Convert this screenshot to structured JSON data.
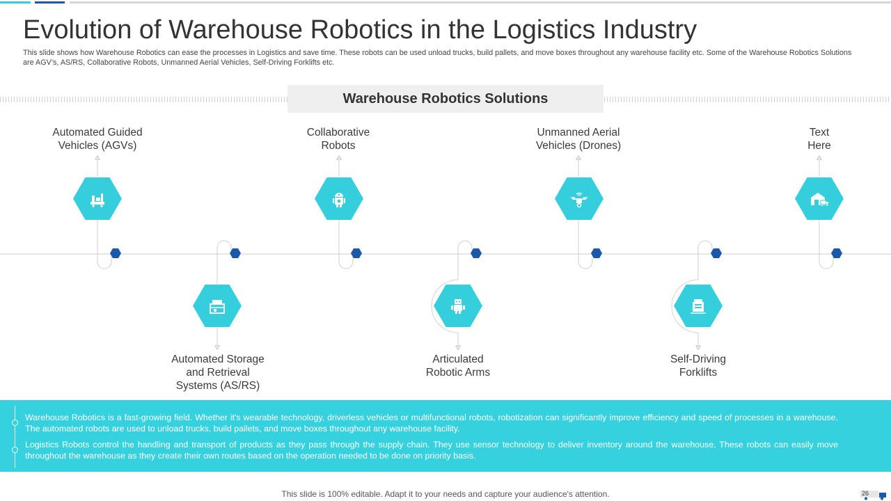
{
  "slide": {
    "title": "Evolution of Warehouse Robotics in the Logistics Industry",
    "description": "This slide shows how Warehouse Robotics can ease the processes in Logistics and save time. These robots can be used unload trucks, build pallets, and move boxes throughout any warehouse facility etc. Some of the Warehouse Robotics Solutions are AGV’s,  AS/RS,  Collaborative Robots, Unmanned Aerial Vehicles, Self-Driving Forklifts etc.",
    "section_header": "Warehouse Robotics Solutions"
  },
  "nodes": [
    {
      "label_line1": "Automated Guided",
      "label_line2": "Vehicles (AGVs)",
      "label_line3": "",
      "icon": "agv-icon"
    },
    {
      "label_line1": "Automated Storage",
      "label_line2": "and Retrieval",
      "label_line3": "Systems (AS/RS)",
      "icon": "storage-box-icon"
    },
    {
      "label_line1": "Collaborative",
      "label_line2": "Robots",
      "label_line3": "",
      "icon": "robot-icon"
    },
    {
      "label_line1": "Articulated",
      "label_line2": "Robotic Arms",
      "label_line3": "",
      "icon": "robot-arm-icon"
    },
    {
      "label_line1": "Unmanned Aerial",
      "label_line2": "Vehicles (Drones)",
      "label_line3": "",
      "icon": "drone-icon"
    },
    {
      "label_line1": "Self-Driving",
      "label_line2": "Forklifts",
      "label_line3": "",
      "icon": "forklift-icon"
    },
    {
      "label_line1": "Text",
      "label_line2": "Here",
      "label_line3": "",
      "icon": "warehouse-truck-icon"
    }
  ],
  "bottom_band": {
    "paragraph1": "Warehouse Robotics is a fast-growing field. Whether it's wearable technology, driverless vehicles or multifunctional robots, robotization can significantly improve efficiency and speed of processes in a warehouse. The automated robots are used to unload trucks, build pallets, and move boxes throughout any warehouse facility.",
    "paragraph2": "Logistics Robots control the handling and transport of products as they pass through the supply chain. They use sensor technology to deliver inventory around the warehouse. These robots can easily move throughout the warehouse as they create their own routes based on the operation needed to be done on priority basis."
  },
  "footer": {
    "note": "This slide is 100% editable. Adapt it to your needs and capture your audience's attention.",
    "page_number": "26"
  },
  "colors": {
    "hex_fill": "#35cedd",
    "timeline_dot": "#1a58a8",
    "band": "#35d1de"
  }
}
